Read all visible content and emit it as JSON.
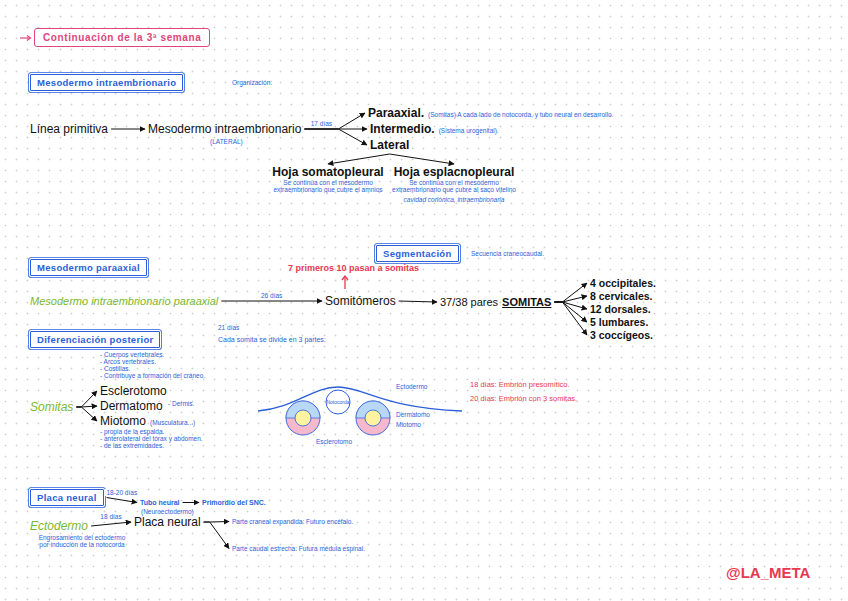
{
  "diagram": {
    "title": "Continuación de la 3ª semana",
    "nodes": [
      {
        "text": [
          "Mesodermo intraembrionario"
        ]
      },
      {
        "text": [
          "Línea primitiva"
        ]
      },
      {
        "text": [
          "Mesodermo intraembrionario",
          "(LATERAL)"
        ]
      },
      {
        "text": [
          "Paraaxial.",
          "(Somitas) A cada lado de notocorda, y tubo neural en desarrollo."
        ]
      },
      {
        "text": [
          "Intermedio.",
          "(Sistema urogenital)."
        ]
      },
      {
        "text": [
          "Lateral"
        ]
      },
      {
        "text": [
          "Hoja somatopleural",
          "Se continúa con el mesodermo extraembrionario que cubre el amnios"
        ]
      },
      {
        "text": [
          "Hoja esplacnopleural",
          "Se continúa con el mesodermo extraembrionario que cubre al saco vitelino",
          "cavidad coriónica, intraembrionaria"
        ]
      },
      {
        "text": [
          "Segmentación"
        ]
      },
      {
        "text": [
          "Mesodermo paraaxial"
        ]
      },
      {
        "text": [
          "Mesodermo intraembrionario paraaxial"
        ]
      },
      {
        "text": [
          "Somitómeros"
        ]
      },
      {
        "text": [
          "37/38 pares",
          "SOMITAS"
        ]
      },
      {
        "text": [
          "4 occipitales."
        ]
      },
      {
        "text": [
          "8 cervicales."
        ]
      },
      {
        "text": [
          "12 dorsales."
        ]
      },
      {
        "text": [
          "5 lumbares."
        ]
      },
      {
        "text": [
          "3 coccígeos."
        ]
      },
      {
        "text": [
          "Diferenciación posterior"
        ]
      },
      {
        "text": [
          "Somitas"
        ]
      },
      {
        "text": [
          "Esclerotomo"
        ]
      },
      {
        "text": [
          "Dermatomo"
        ]
      },
      {
        "text": [
          "Miotomo",
          "(Musculatura...)"
        ]
      },
      {
        "text": [
          "Placa neural"
        ]
      },
      {
        "text": [
          "Tubo neural"
        ]
      },
      {
        "text": [
          "Primordio del SNC."
        ]
      },
      {
        "text": [
          "Ectodermo"
        ]
      },
      {
        "text": [
          "(Neuroectodermo)",
          "Placa neural"
        ]
      },
      {
        "text": [
          "Parte craneal expandida: Futuro encéfalo."
        ]
      },
      {
        "text": [
          "Parte caudal estrecha: Futura médula espinal."
        ]
      }
    ],
    "edges": [
      {
        "from": 1,
        "to": 2,
        "arrow": "to"
      },
      {
        "from": 2,
        "to": 3,
        "arrow": "to"
      },
      {
        "from": 2,
        "to": 4,
        "label": "17 días",
        "arrow": "to"
      },
      {
        "from": 2,
        "to": 5,
        "arrow": "to"
      },
      {
        "from": 5,
        "to": 6,
        "arrow": "to"
      },
      {
        "from": 5,
        "to": 7,
        "arrow": "to"
      },
      {
        "from": 10,
        "to": 11,
        "label": "26 días",
        "arrow": "to"
      },
      {
        "from": 11,
        "to": 12,
        "arrow": "to"
      },
      {
        "from": 12,
        "to": 13,
        "arrow": "to"
      },
      {
        "from": 12,
        "to": 14,
        "arrow": "to"
      },
      {
        "from": 12,
        "to": 15,
        "arrow": "to"
      },
      {
        "from": 12,
        "to": 16,
        "arrow": "to"
      },
      {
        "from": 12,
        "to": 17,
        "arrow": "to"
      },
      {
        "from": 19,
        "to": 20,
        "arrow": "to"
      },
      {
        "from": 19,
        "to": 21,
        "arrow": "to"
      },
      {
        "from": 19,
        "to": 22,
        "arrow": "to"
      },
      {
        "from": 23,
        "to": 24,
        "label": "18-20 días",
        "arrow": "to"
      },
      {
        "from": 24,
        "to": 25,
        "arrow": "to"
      },
      {
        "from": 26,
        "to": 27,
        "label": "18 días",
        "arrow": "to"
      },
      {
        "from": 27,
        "to": 28,
        "arrow": "to"
      },
      {
        "from": 27,
        "to": 29,
        "arrow": "to"
      }
    ],
    "labels": [
      "Organización:",
      "Secuencia craneocaudal.",
      "7 primeros 10 pasan a somitas",
      "21 días",
      "Cada somita se divide en 3 partes:",
      "- Cuerpos vertebrales.",
      "- Arcos vertebrales.",
      "- Costillas.",
      "- Contribuye a formación del cráneo.",
      "- Dermis.",
      "- propia de la espalda.",
      "- anterolateral del tórax y abdomen.",
      "- de las extremidades.",
      "Ectodermo",
      "Notocorda",
      "Dermatomo",
      "Miotomo",
      "Esclerotomo",
      "18 días: Embrión presomítico.",
      "20 días: Embrión con 3 somitas.",
      "Engrosamiento del ectodermo por inducción de la notocorda",
      "@LA_META"
    ]
  }
}
